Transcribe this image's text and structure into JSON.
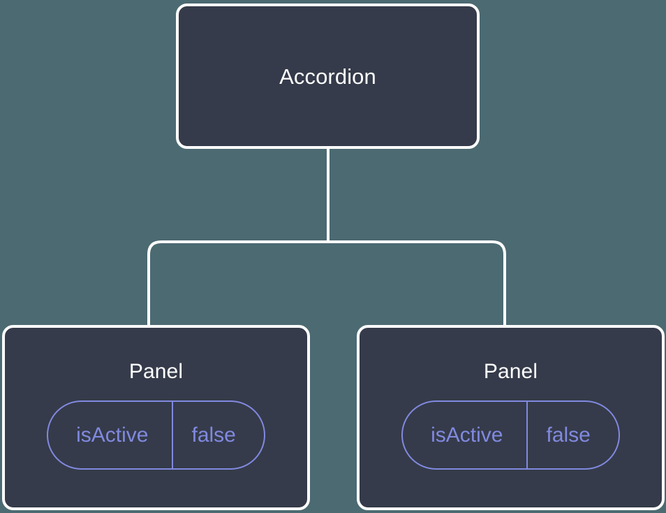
{
  "canvas": {
    "background_color": "#4c6a72",
    "node_fill_color": "#353b4a",
    "node_border_color": "#ffffff",
    "badge_color": "#8189e0",
    "connector_color": "#ffffff"
  },
  "tree": {
    "root": {
      "label": "Accordion"
    },
    "children": [
      {
        "label": "Panel",
        "state": {
          "key": "isActive",
          "value": "false"
        }
      },
      {
        "label": "Panel",
        "state": {
          "key": "isActive",
          "value": "false"
        }
      }
    ]
  }
}
